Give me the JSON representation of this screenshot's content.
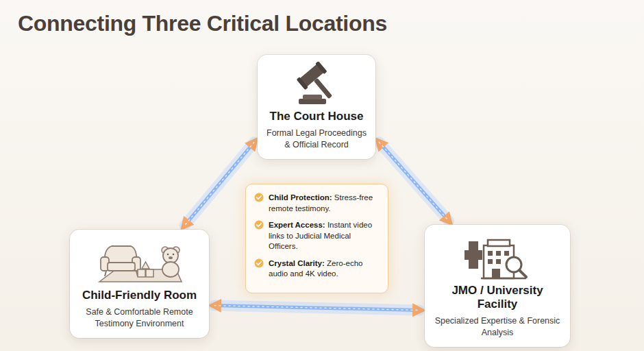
{
  "diagram": {
    "title": "Connecting Three Critical Locations",
    "nodes": [
      {
        "text": [
          "The Court House",
          "Formal Legal Proceedings & Official Record"
        ]
      },
      {
        "text": [
          "Child Protection: Stress-free remote testimony.",
          "Expert Access: Instant video links to Judicial Medical Officers.",
          "Crystal Clarity: Zero-echo audio and 4K video."
        ]
      },
      {
        "text": [
          "Child-Friendly Room",
          "Safe & Comfortable Remote Testimony Environment"
        ]
      },
      {
        "text": [
          "JMO / University Facility",
          "Specialized Expertise & Forensic Analysis"
        ]
      }
    ],
    "edges": [
      {
        "from": 0,
        "to": 2,
        "arrow": "both"
      },
      {
        "from": 0,
        "to": 3,
        "arrow": "both"
      },
      {
        "from": 2,
        "to": 3,
        "arrow": "both"
      }
    ]
  }
}
